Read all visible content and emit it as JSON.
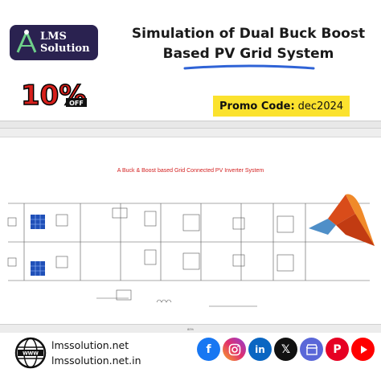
{
  "brand": {
    "logo_line1": "LMS",
    "logo_line2": "Solution"
  },
  "title": {
    "line1": "Simulation of Dual Buck Boost",
    "line2": "Based PV Grid System"
  },
  "discount": {
    "value": "10%",
    "suffix": "OFF"
  },
  "promo": {
    "label": "Promo Code:",
    "code": "dec2024"
  },
  "screenshot": {
    "diagram_title": "A Buck & Boost based Grid Connected PV Inverter System",
    "status_text": "80%"
  },
  "footer": {
    "url1": "lmssolution.net",
    "url2": "lmssolution.net.in",
    "socials": [
      "facebook-icon",
      "instagram-icon",
      "linkedin-icon",
      "x-icon",
      "store-icon",
      "pinterest-icon",
      "youtube-icon"
    ]
  },
  "colors": {
    "brand_dark": "#2a2250",
    "promo_yellow": "#fbe22e",
    "discount_red": "#d6201c",
    "diagram_red": "#d32020",
    "pv_blue": "#2050b8"
  }
}
